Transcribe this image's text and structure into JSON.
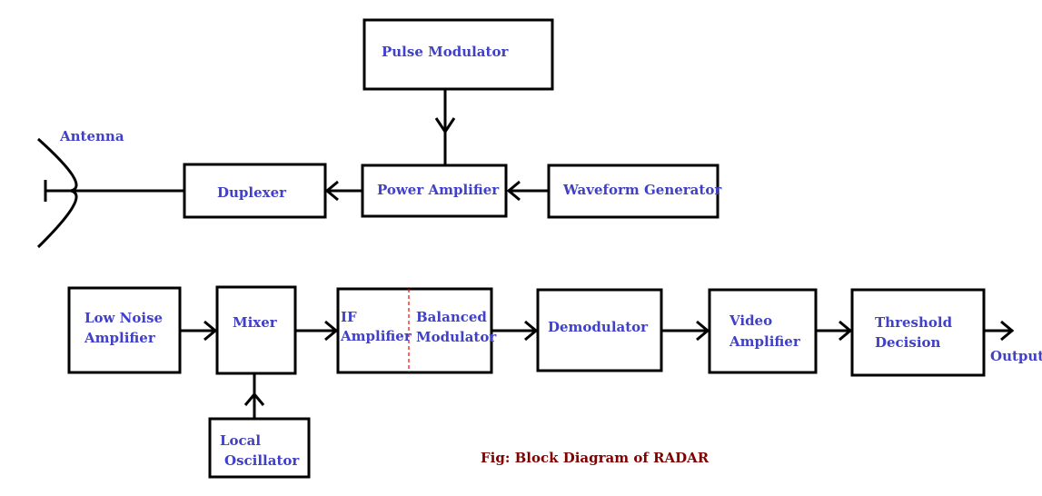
{
  "colors": {
    "label": "#4040c8",
    "caption": "#800000",
    "divider": "#ff0000"
  },
  "transmitter": {
    "antenna": "Antenna",
    "pulse_modulator": "Pulse Modulator",
    "power_amplifier": "Power Amplifier",
    "waveform_generator": "Waveform Generator",
    "duplexer": "Duplexer"
  },
  "receiver": {
    "lna": [
      "Low Noise",
      "Amplifier"
    ],
    "mixer": "Mixer",
    "local_oscillator": [
      "Local",
      "Oscillator"
    ],
    "if_amplifier": [
      "IF",
      "Amplifier"
    ],
    "balanced_modulator": [
      "Balanced",
      "Modulator"
    ],
    "demodulator": "Demodulator",
    "video_amplifier": [
      "Video",
      "Amplifier"
    ],
    "threshold": [
      "Threshold",
      "Decision"
    ],
    "output": "Output"
  },
  "caption": "Fig: Block Diagram of RADAR"
}
